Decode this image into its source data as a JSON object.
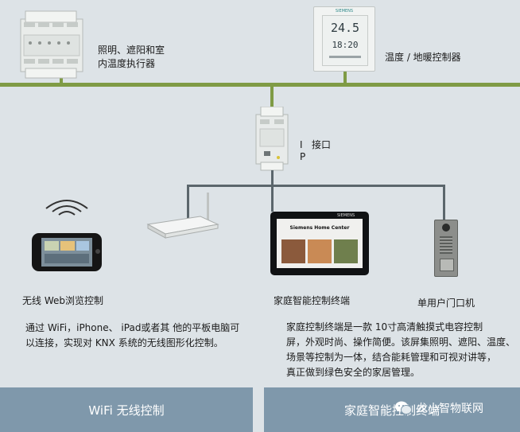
{
  "devices": {
    "lighting_actuator": {
      "label_line1": "照明、遮阳和室",
      "label_line2": "内温度执行器"
    },
    "thermostat": {
      "label": "温度 / 地暖控制器",
      "display_temp": "24.5",
      "display_time": "18:20",
      "brand": "SIEMENS"
    },
    "ip_interface": {
      "label_i": "I",
      "label_p": "P",
      "label_text": "接口"
    },
    "wifi_web": {
      "label": "无线 Web浏览控制"
    },
    "home_terminal": {
      "label": "家庭智能控制终端",
      "screen_title": "Siemens Home Center",
      "brand": "SIEMENS"
    },
    "door_unit": {
      "label": "单用户门口机"
    }
  },
  "descriptions": {
    "wifi": {
      "line1": "通过 WiFi，iPhone、 iPad或者其 他的平板电脑可",
      "line2": "以连接，实现对 KNX 系统的无线图形化控制。"
    },
    "terminal": {
      "line1": "家庭控制终端是一款 10寸高清触摸式电容控制",
      "line2": "屏，外观时尚、操作简便。该屏集照明、遮阳、温度、",
      "line3": "场景等控制为一体，结合能耗管理和可视对讲等，",
      "line4": "真正做到绿色安全的家居管理。"
    }
  },
  "footer": {
    "left": "WiFi 无线控制",
    "right": "家庭智能控制终端",
    "watermark": "龙小智物联网"
  },
  "colors": {
    "background": "#dde3e7",
    "bus_line": "#7f9b45",
    "wire": "#5b666c",
    "footer": "#7f98ab"
  }
}
